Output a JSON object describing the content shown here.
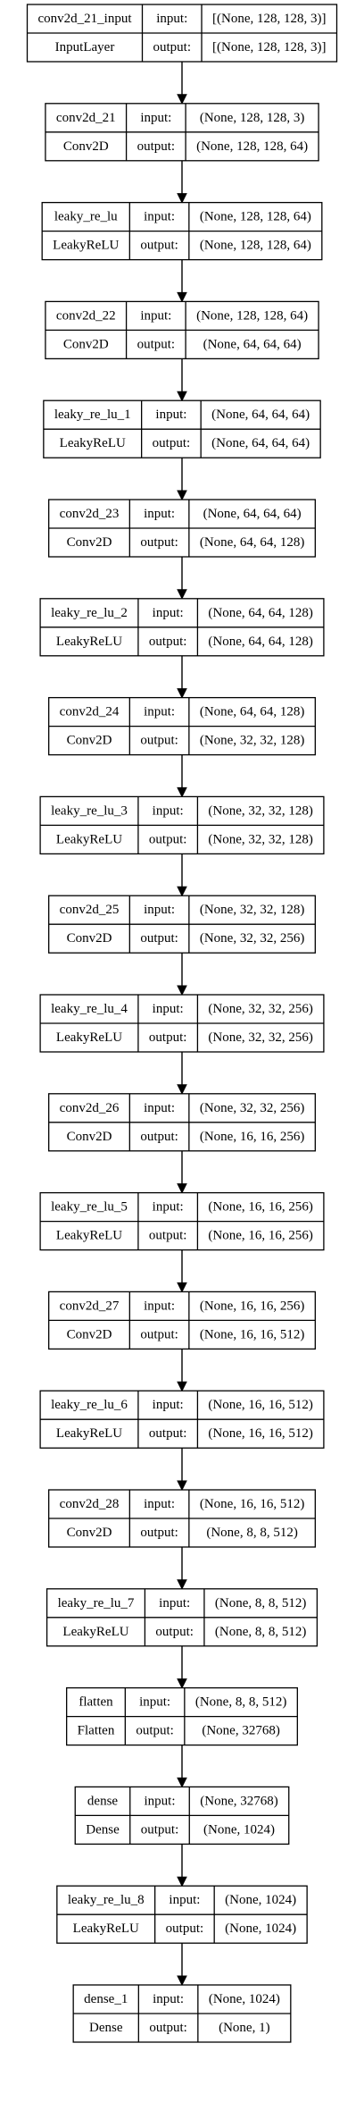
{
  "labels": {
    "input": "input:",
    "output": "output:"
  },
  "nodes": [
    {
      "name": "conv2d_21_input",
      "type": "InputLayer",
      "input": "[(None, 128, 128, 3)]",
      "output": "[(None, 128, 128, 3)]"
    },
    {
      "name": "conv2d_21",
      "type": "Conv2D",
      "input": "(None, 128, 128, 3)",
      "output": "(None, 128, 128, 64)"
    },
    {
      "name": "leaky_re_lu",
      "type": "LeakyReLU",
      "input": "(None, 128, 128, 64)",
      "output": "(None, 128, 128, 64)"
    },
    {
      "name": "conv2d_22",
      "type": "Conv2D",
      "input": "(None, 128, 128, 64)",
      "output": "(None, 64, 64, 64)"
    },
    {
      "name": "leaky_re_lu_1",
      "type": "LeakyReLU",
      "input": "(None, 64, 64, 64)",
      "output": "(None, 64, 64, 64)"
    },
    {
      "name": "conv2d_23",
      "type": "Conv2D",
      "input": "(None, 64, 64, 64)",
      "output": "(None, 64, 64, 128)"
    },
    {
      "name": "leaky_re_lu_2",
      "type": "LeakyReLU",
      "input": "(None, 64, 64, 128)",
      "output": "(None, 64, 64, 128)"
    },
    {
      "name": "conv2d_24",
      "type": "Conv2D",
      "input": "(None, 64, 64, 128)",
      "output": "(None, 32, 32, 128)"
    },
    {
      "name": "leaky_re_lu_3",
      "type": "LeakyReLU",
      "input": "(None, 32, 32, 128)",
      "output": "(None, 32, 32, 128)"
    },
    {
      "name": "conv2d_25",
      "type": "Conv2D",
      "input": "(None, 32, 32, 128)",
      "output": "(None, 32, 32, 256)"
    },
    {
      "name": "leaky_re_lu_4",
      "type": "LeakyReLU",
      "input": "(None, 32, 32, 256)",
      "output": "(None, 32, 32, 256)"
    },
    {
      "name": "conv2d_26",
      "type": "Conv2D",
      "input": "(None, 32, 32, 256)",
      "output": "(None, 16, 16, 256)"
    },
    {
      "name": "leaky_re_lu_5",
      "type": "LeakyReLU",
      "input": "(None, 16, 16, 256)",
      "output": "(None, 16, 16, 256)"
    },
    {
      "name": "conv2d_27",
      "type": "Conv2D",
      "input": "(None, 16, 16, 256)",
      "output": "(None, 16, 16, 512)"
    },
    {
      "name": "leaky_re_lu_6",
      "type": "LeakyReLU",
      "input": "(None, 16, 16, 512)",
      "output": "(None, 16, 16, 512)"
    },
    {
      "name": "conv2d_28",
      "type": "Conv2D",
      "input": "(None, 16, 16, 512)",
      "output": "(None, 8, 8, 512)"
    },
    {
      "name": "leaky_re_lu_7",
      "type": "LeakyReLU",
      "input": "(None, 8, 8, 512)",
      "output": "(None, 8, 8, 512)"
    },
    {
      "name": "flatten",
      "type": "Flatten",
      "input": "(None, 8, 8, 512)",
      "output": "(None, 32768)"
    },
    {
      "name": "dense",
      "type": "Dense",
      "input": "(None, 32768)",
      "output": "(None, 1024)"
    },
    {
      "name": "leaky_re_lu_8",
      "type": "LeakyReLU",
      "input": "(None, 1024)",
      "output": "(None, 1024)"
    },
    {
      "name": "dense_1",
      "type": "Dense",
      "input": "(None, 1024)",
      "output": "(None, 1)"
    }
  ]
}
